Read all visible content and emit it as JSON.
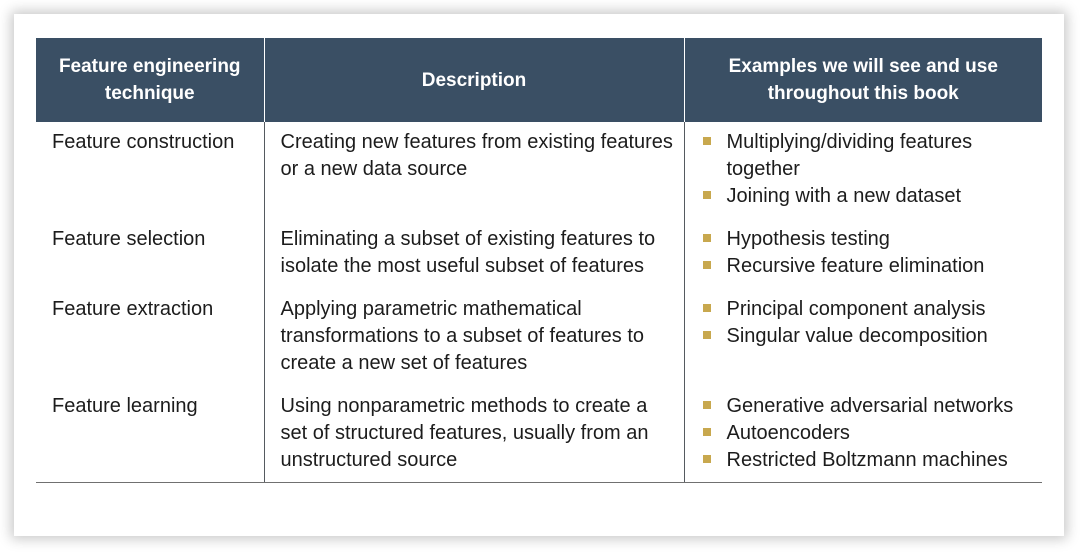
{
  "table": {
    "headers": {
      "technique": "Feature engineering technique",
      "description": "Description",
      "examples": "Examples we will see and use throughout this book"
    },
    "rows": [
      {
        "technique": "Feature construction",
        "description": "Creating new features from existing features or a new data source",
        "examples": [
          "Multiplying/dividing features together",
          "Joining with a new dataset"
        ]
      },
      {
        "technique": "Feature selection",
        "description": "Eliminating a subset of existing features to isolate the most useful subset of features",
        "examples": [
          "Hypothesis testing",
          "Recursive feature elimination"
        ]
      },
      {
        "technique": "Feature extraction",
        "description": "Applying parametric mathematical transformations to a subset of features to create a new set of features",
        "examples": [
          "Principal component analysis",
          "Singular value decomposition"
        ]
      },
      {
        "technique": "Feature learning",
        "description": "Using nonparametric methods to create a set of structured features, usually from an unstructured source",
        "examples": [
          "Generative adversarial networks",
          "Autoencoders",
          "Restricted Boltzmann machines"
        ]
      }
    ],
    "colors": {
      "header_bg": "#3a4f64",
      "bullet": "#c8a84e"
    }
  }
}
